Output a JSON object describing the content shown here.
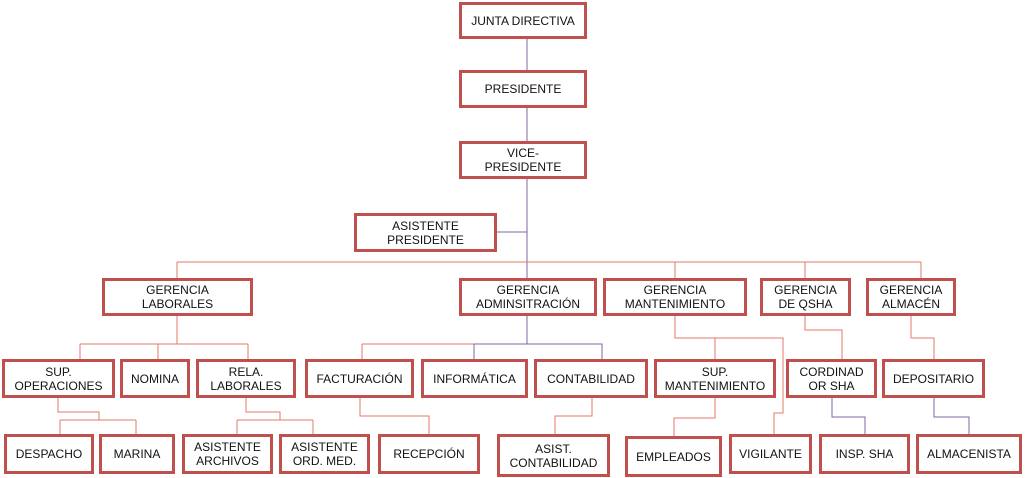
{
  "nodes": {
    "junta": "JUNTA DIRECTIVA",
    "presidente": "PRESIDENTE",
    "vice": "VICE-\nPRESIDENTE",
    "asistente_presidente": "ASISTENTE\nPRESIDENTE",
    "g_laborales": "GERENCIA\nLABORALES",
    "g_admin": "GERENCIA\nADMINSITRACIÓN",
    "g_mant": "GERENCIA\nMANTENIMIENTO",
    "g_qsha": "GERENCIA\nDE QSHA",
    "g_almacen": "GERENCIA\nALMACÉN",
    "sup_op": "SUP.\nOPERACIONES",
    "nomina": "NOMINA",
    "rela": "RELA.\nLABORALES",
    "facturacion": "FACTURACIÓN",
    "informatica": "INFORMÁTICA",
    "contabilidad": "CONTABILIDAD",
    "sup_mant": "SUP.\nMANTENIMIENTO",
    "cordinador": "CORDINAD\nOR SHA",
    "depositario": "DEPOSITARIO",
    "despacho": "DESPACHO",
    "marina": "MARINA",
    "asist_archivos": "ASISTENTE\nARCHIVOS",
    "asist_ord": "ASISTENTE\nORD. MED.",
    "recepcion": "RECEPCIÓN",
    "asist_conta": "ASIST.\nCONTABILIDAD",
    "empleados": "EMPLEADOS",
    "vigilante": "VIGILANTE",
    "insp_sha": "INSP. SHA",
    "almacenista": "ALMACENISTA"
  },
  "colors": {
    "border": "#c0504d",
    "line_main": "#8064a2",
    "line_branch": "#e07a6a"
  }
}
